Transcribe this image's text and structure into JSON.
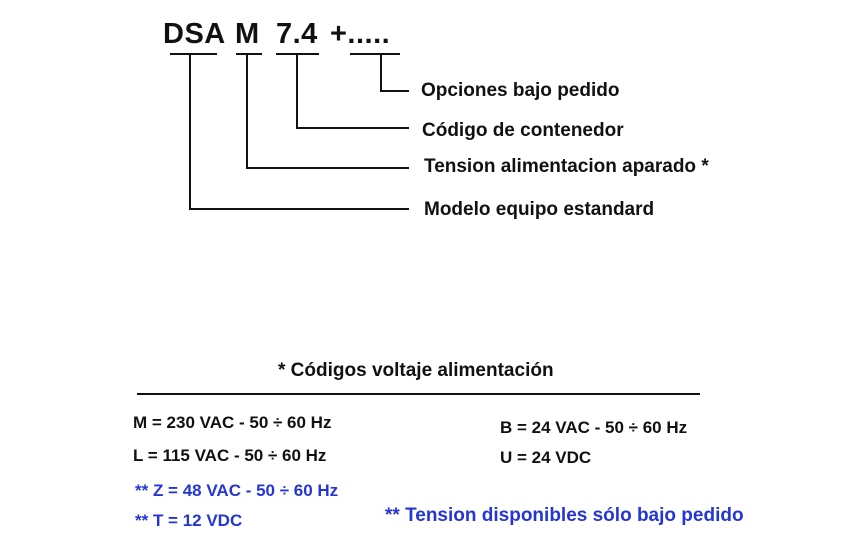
{
  "code": {
    "segments": [
      "DSA",
      "M",
      "7.4",
      "+....."
    ]
  },
  "callouts": {
    "opciones": "Opciones bajo pedido",
    "codigo": "Código de contenedor",
    "tension": "Tension alimentacion aparado *",
    "modelo": "Modelo equipo estandard"
  },
  "voltage_codes": {
    "title": "* Códigos voltaje alimentación",
    "left_column": [
      "M = 230 VAC - 50 ÷ 60 Hz",
      "L = 115 VAC - 50 ÷ 60 Hz",
      "** Z = 48 VAC - 50 ÷ 60 Hz",
      "** T = 12 VDC"
    ],
    "right_column": [
      "B = 24 VAC - 50 ÷ 60 Hz",
      "U = 24 VDC"
    ],
    "note": "** Tension disponibles sólo bajo pedido"
  },
  "colors": {
    "text": "#111111",
    "on_request": "#2536d6",
    "lines": "#111111"
  }
}
